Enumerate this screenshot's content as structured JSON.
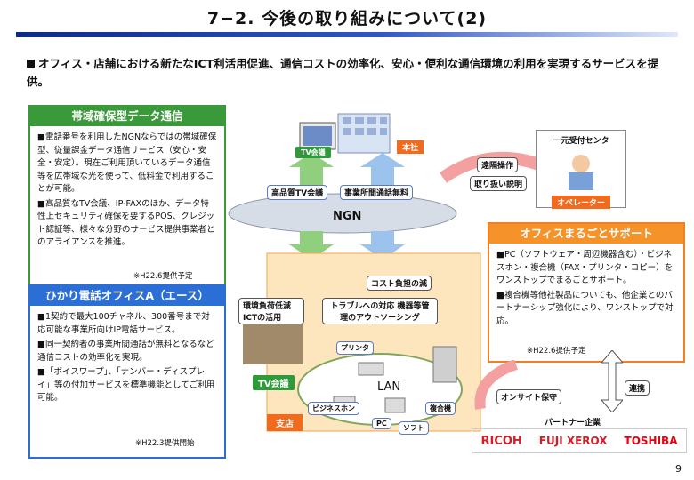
{
  "title": "7−2. 今後の取り組みについて(2)",
  "lead": "オフィス・店舗における新たなICT利活用促進、通信コストの効率化、安心・便利な通信環境の利用を実現するサービスを提供。",
  "bandwidth": {
    "head": "帯域確保型データ通信",
    "items": [
      "■電話番号を利用したNGNならではの帯域確保型、従量課金データ通信サービス（安心・安全・安定）。現在ご利用頂いているデータ通信等を広帯域な光を使って、低料金で利用することが可能。",
      "■高品質なTV会議、IP-FAXのほか、データ特性上セキュリティ確保を要するPOS、クレジット認証等、様々な分野のサービス提供事業者とのアライアンスを推進。"
    ],
    "note": "※H22.6提供予定"
  },
  "hikari": {
    "head": "ひかり電話オフィスA（エース）",
    "items": [
      "■1契約で最大100チャネル、300番号まで対応可能な事業所向けIP電話サービス。",
      "■同一契約者の事業所間通話が無料となるなど通信コストの効率化を実現。",
      "■「ボイスワープ」、「ナンバー・ディスプレイ」等の付加サービスを標準機能としてご利用可能。"
    ],
    "note": "※H22.3提供開始"
  },
  "support": {
    "head": "オフィスまるごとサポート",
    "items": [
      "■PC（ソフトウェア・周辺機器含む）・ビジネスホン・複合機（FAX・プリンタ・コピー）をワンストップでまるごとサポート。",
      "■複合機等他社製品についても、他企業とのパートナーシップ強化により、ワンストップで対応。"
    ],
    "note": "※H22.6提供予定"
  },
  "diagram": {
    "tv_meeting": "TV会議",
    "honsha": "本社",
    "hq_tv": "高品質TV会議",
    "free_call": "事業所間通話無料",
    "ngn": "NGN",
    "remote": "遠隔操作",
    "explain": "取り扱い説明",
    "center": "一元受付センタ",
    "operator": "オペレーター",
    "cost": "コスト負担の減",
    "eco": "環境負荷低減 ICTの活用",
    "trouble": "トラブルへの対応 機器等管理のアウトソーシング",
    "printer": "プリンタ",
    "lan": "LAN",
    "tv_branch": "TV会議",
    "bizphone": "ビジネスホン",
    "mfp": "複合機",
    "pc": "PC",
    "soft": "ソフト",
    "branch": "支店",
    "onsite": "オンサイト保守",
    "renkei": "連携",
    "partner": "パートナー企業",
    "partners": [
      "RICOH",
      "FUJI XEROX",
      "TOSHIBA"
    ]
  },
  "page": "9"
}
